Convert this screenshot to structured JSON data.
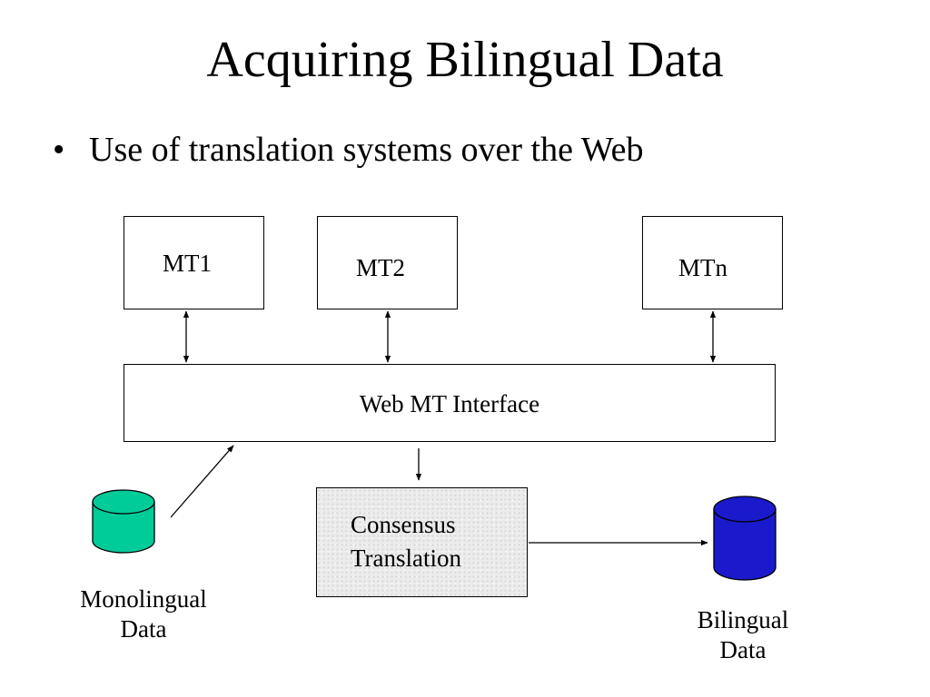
{
  "title": "Acquiring Bilingual Data",
  "bullet": {
    "marker": "•",
    "text": "Use of translation systems over the Web"
  },
  "diagram": {
    "mt_systems": [
      "MT1",
      "MT2",
      "MTn"
    ],
    "interface": "Web MT Interface",
    "consensus": [
      "Consensus",
      "Translation"
    ],
    "monolingual": [
      "Monolingual",
      "Data"
    ],
    "bilingual": [
      "Bilingual",
      "Data"
    ]
  },
  "colors": {
    "monolingual_db": "#00cc99",
    "bilingual_db": "#1a1acc",
    "consensus_fill": "#ececec"
  }
}
